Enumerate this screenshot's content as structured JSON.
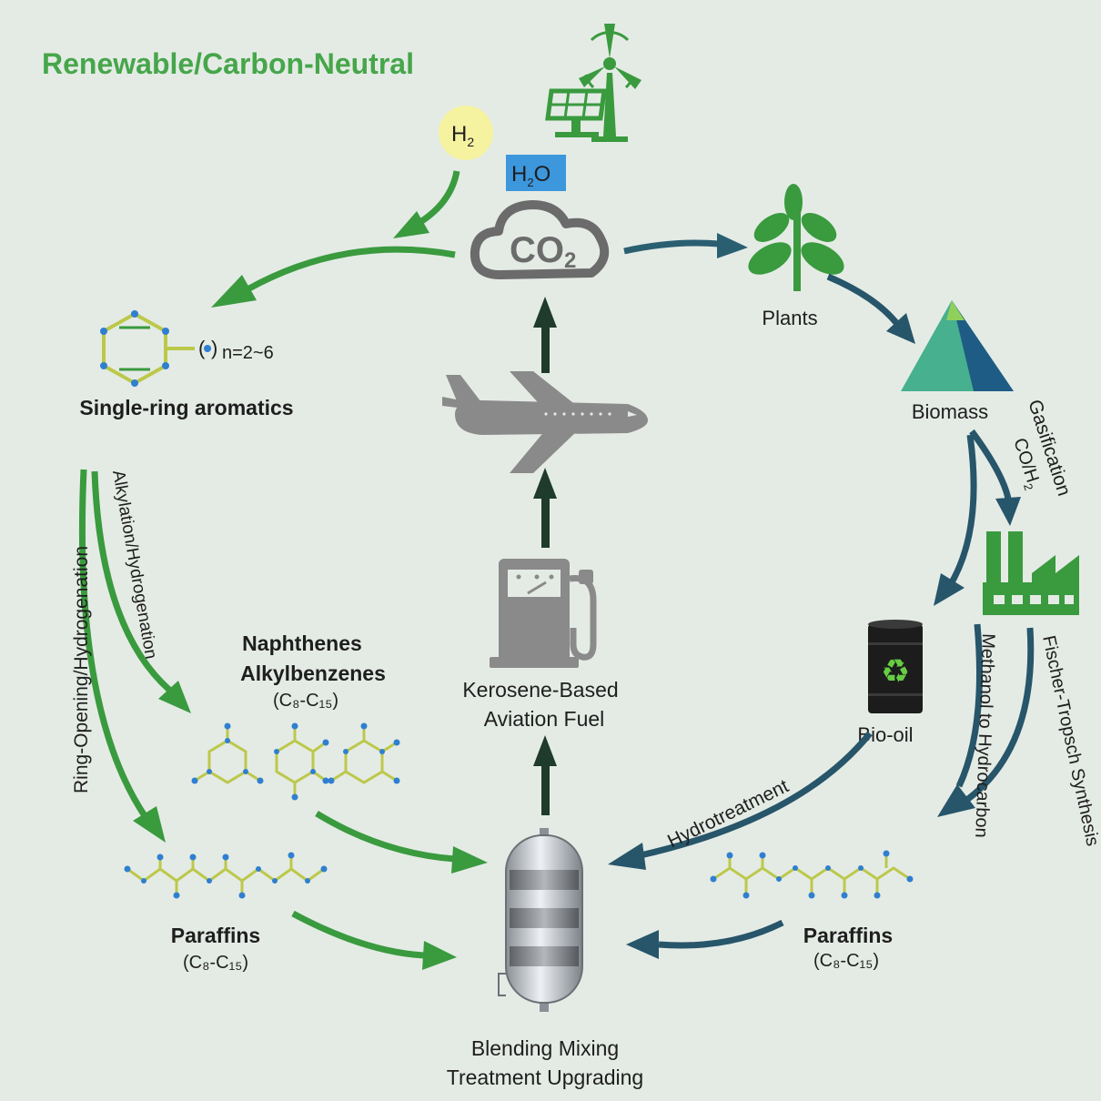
{
  "title": "Renewable/Carbon-Neutral",
  "molecules": {
    "h2": {
      "main": "H",
      "sub": "2"
    },
    "h2o": {
      "pre": "H",
      "sub": "2",
      "post": "O"
    },
    "co2": {
      "main": "CO",
      "sub": "2"
    }
  },
  "nodes": {
    "plants": "Plants",
    "biomass": "Biomass",
    "bio_oil": "Bio-oil",
    "aromatics": "Single-ring aromatics",
    "aromatics_formula": "n=2~6",
    "naphthenes_line1": "Naphthenes",
    "naphthenes_line2": "Alkylbenzenes",
    "carbon_range": "(C₈-C₁₅)",
    "paraffins": "Paraffins",
    "fuel_line1": "Kerosene-Based",
    "fuel_line2": "Aviation Fuel",
    "blend_line1": "Blending Mixing",
    "blend_line2": "Treatment Upgrading"
  },
  "processes": {
    "gasification": "Gasification",
    "syngas": {
      "main": "CO/H",
      "sub": "2"
    },
    "methanol": "Methanol to Hydrocarbon",
    "fischer": "Fischer-Tropsch Synthesis",
    "hydrotreatment": "Hydrotreatment",
    "ring_opening": "Ring-Opening/Hydrogenation",
    "alkylation": "Alkylation/Hydrogenation"
  },
  "colors": {
    "green": "#3a9a3e",
    "title_green": "#46a64a",
    "dark_teal": "#27556a",
    "gray": "#6b6b6b",
    "dark_arrow": "#1f3b2b",
    "h2_fill": "#f5f3a0",
    "h2o_fill": "#3c97dd"
  }
}
